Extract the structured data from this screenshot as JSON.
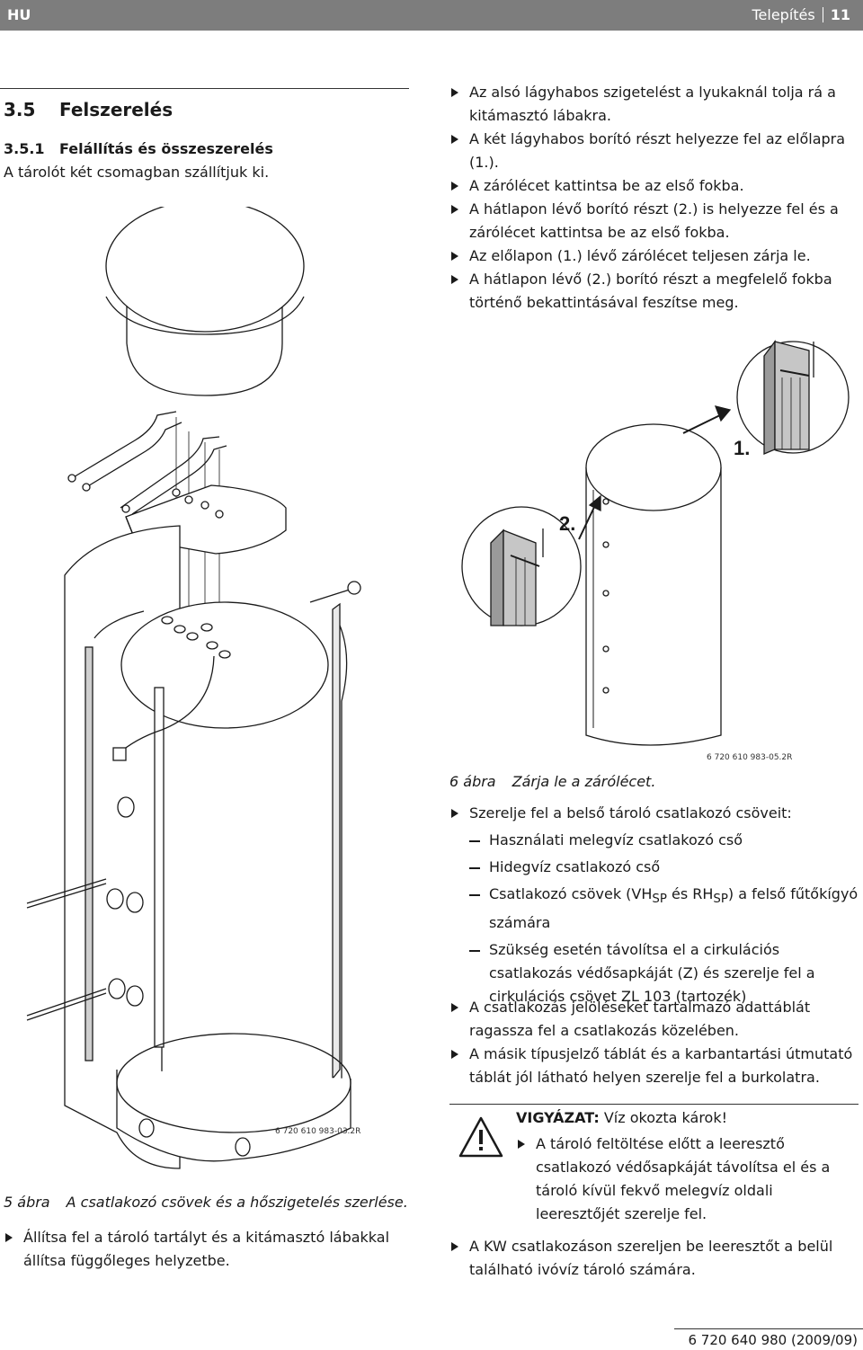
{
  "header": {
    "lang": "HU",
    "section": "Telepítés",
    "page": "11"
  },
  "section": {
    "num": "3.5",
    "title": "Felszerelés"
  },
  "subsection": {
    "num": "3.5.1",
    "title": "Felállítás és összeszerelés"
  },
  "intro": "A tárolót két csomagban szállítjuk ki.",
  "steps_top": [
    "Az alsó lágyhabos szigetelést a lyukaknál tolja rá a kitámasztó lábakra.",
    "A két lágyhabos borító részt helyezze fel az előlapra (1.).",
    "A zárólécet kattintsa be az első fokba.",
    "A hátlapon lévő borító részt (2.) is helyezze fel és a zárólécet kattintsa be az első fokba.",
    "Az előlapon (1.) lévő zárólécet teljesen zárja le.",
    "A hátlapon lévő (2.) borító részt a megfelelő fokba történő bekattintásával feszítse meg."
  ],
  "fig6": {
    "label_1": "1.",
    "label_2": "2.",
    "code": "6 720 610 983-05.2R",
    "caption_no": "6 ábra",
    "caption": "Zárja le a zárólécet."
  },
  "steps_mid": {
    "intro": "Szerelje fel a belső tároló csatlakozó csöveit:",
    "dash1": "Használati melegvíz csatlakozó cső",
    "dash2": "Hidegvíz csatlakozó cső",
    "dash3_a": "Csatlakozó csövek (VH",
    "dash3_sub1": "SP",
    "dash3_b": " és RH",
    "dash3_sub2": "SP",
    "dash3_c": ") a felső fűtőkígyó számára",
    "dash4": "Szükség esetén távolítsa el a cirkulációs csatlakozás védősapkáját (Z) és szerelje fel a cirkulációs csövet ZL 103 (tartozék)",
    "step2": "A csatlakozás jelöléseket tartalmazó adattáblát ragassza fel a csatlakozás közelében.",
    "step3": "A másik típusjelző táblát és a karbantartási útmutató táblát jól látható helyen szerelje fel a burkolatra."
  },
  "warning": {
    "label": "VIGYÁZAT:",
    "text": "Víz okozta károk!",
    "step": "A tároló feltöltése előtt a leeresztő csatlakozó védősapkáját távolítsa el és a tároló kívül fekvő melegvíz oldali leeresztőjét szerelje fel."
  },
  "step_last": "A KW csatlakozáson szereljen be leeresztőt a belül található ivóvíz tároló számára.",
  "fig5": {
    "code": "6 720 610 983-03.2R",
    "caption_no": "5 ábra",
    "caption": "A csatlakozó csövek és a hőszigetelés szerlése."
  },
  "step_left": "Állítsa fel a tároló tartályt és a kitámasztó lábakkal állítsa függőleges helyzetbe.",
  "footer": "6 720 640 980 (2009/09)"
}
